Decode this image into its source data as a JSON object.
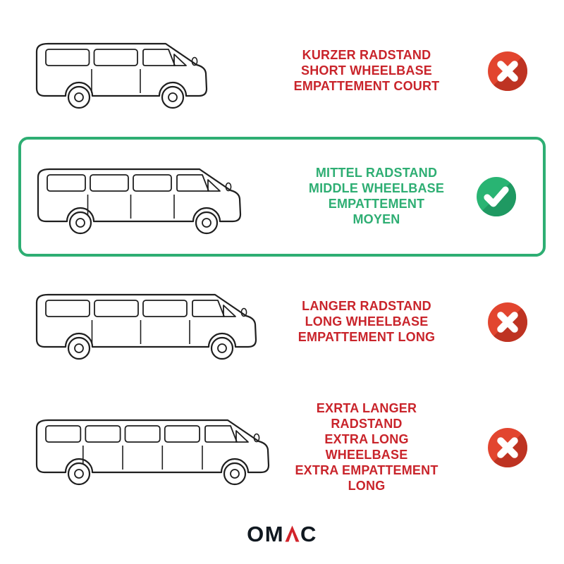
{
  "page": {
    "background": "#ffffff"
  },
  "colors": {
    "red_text": "#C9242B",
    "green_text": "#2EAE73",
    "selection_border": "#2EAE73",
    "cross_main": "#E2452F",
    "cross_dark": "#BE3322",
    "check_main": "#29B473",
    "check_dark": "#1F9962",
    "outline": "#1F1F1F",
    "logo_dark": "#101820",
    "logo_red": "#D2232A"
  },
  "rows": [
    {
      "id": "short-wheelbase",
      "selected": false,
      "status": "rejected",
      "status_icon": "cross-icon",
      "lines": [
        "KURZER RADSTAND",
        "SHORT WHEELBASE",
        "EMPATTEMENT COURT"
      ]
    },
    {
      "id": "middle-wheelbase",
      "selected": true,
      "status": "selected",
      "status_icon": "check-icon",
      "lines": [
        "MITTEL RADSTAND",
        "MIDDLE WHEELBASE",
        "EMPATTEMENT MOYEN"
      ]
    },
    {
      "id": "long-wheelbase",
      "selected": false,
      "status": "rejected",
      "status_icon": "cross-icon",
      "lines": [
        "LANGER RADSTAND",
        "LONG WHEELBASE",
        "EMPATTEMENT LONG"
      ]
    },
    {
      "id": "extra-long-wheelbase",
      "selected": false,
      "status": "rejected",
      "status_icon": "cross-icon",
      "lines": [
        "EXRTA LANGER RADSTAND",
        "EXTRA LONG WHEELBASE",
        "EXTRA EMPATTEMENT LONG"
      ]
    }
  ],
  "logo": {
    "text": "OMAC",
    "prefix": "OM",
    "suffix": "C"
  }
}
